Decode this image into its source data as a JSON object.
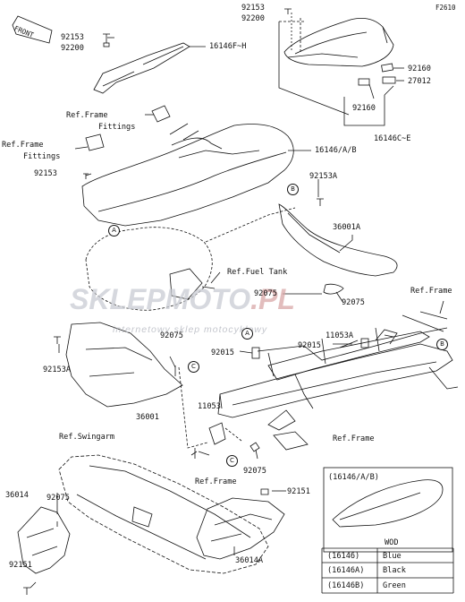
{
  "figure_code": "F2610",
  "front_label": "FRONT",
  "watermark": {
    "brand_a": "SKLEP",
    "brand_b": "MOTO",
    "brand_c": ".PL",
    "tagline": "internetowy sklep motocyklowy"
  },
  "part_labels": {
    "p92153_top": "92153",
    "p92200_top": "92200",
    "p92153_left": "92153",
    "p92200_left": "92200",
    "p16146FH": "16146F~H",
    "p92160_a": "92160",
    "p27012": "27012",
    "p92160_b": "92160",
    "p16146CE": "16146C~E",
    "ref_frame_fittings_1a": "Ref.Frame",
    "ref_frame_fittings_1b": "Fittings",
    "ref_frame_fittings_2a": "Ref.Frame",
    "ref_frame_fittings_2b": "Fittings",
    "p16146AB": "16146/A/B",
    "p92153_mid": "92153",
    "p92153A_right": "92153A",
    "p36001A": "36001A",
    "ref_fuel_tank": "Ref.Fuel Tank",
    "p92075_a": "92075",
    "p92075_b": "92075",
    "ref_frame_right": "Ref.Frame",
    "p11053A": "11053A",
    "p92015_a": "92015",
    "p92015_b": "92015",
    "p92075_c": "92075",
    "p92153A_left": "92153A",
    "p36001": "36001",
    "p11053": "11053",
    "ref_frame_mid": "Ref.Frame",
    "ref_swingarm": "Ref.Swingarm",
    "ref_frame_low": "Ref.Frame",
    "p92075_d": "92075",
    "p92151_a": "92151",
    "p36014": "36014",
    "p92075_e": "92075",
    "p36014A": "36014A",
    "p92151_b": "92151"
  },
  "callouts": {
    "A": "A",
    "B": "B",
    "C": "C"
  },
  "inset": {
    "title": "(16146/A/B)",
    "table_header": "WOD",
    "rows": [
      {
        "code": "(16146)",
        "color": "Blue"
      },
      {
        "code": "(16146A)",
        "color": "Black"
      },
      {
        "code": "(16146B)",
        "color": "Green"
      }
    ]
  }
}
